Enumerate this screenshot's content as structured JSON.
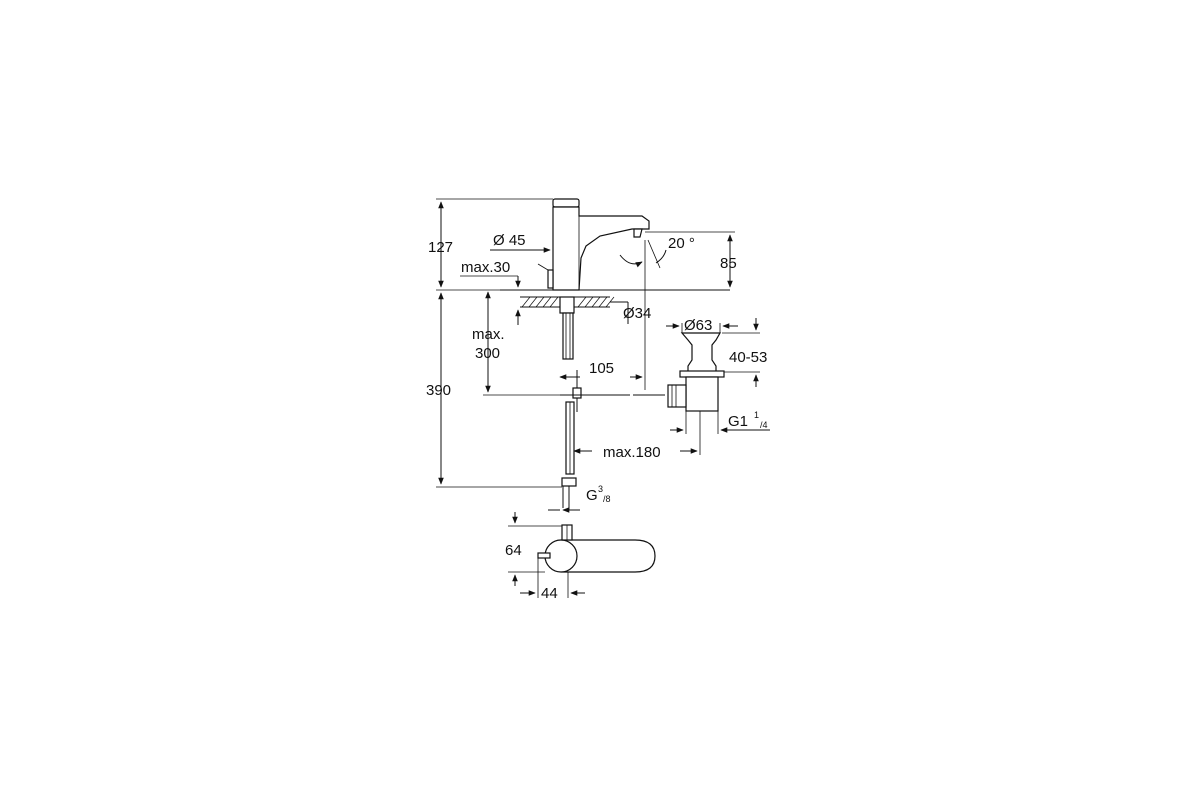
{
  "diagram": {
    "dimensions": {
      "total_height": "127",
      "body_diameter": "Ø 45",
      "deck_thickness": "max.30",
      "spout_angle": "20 °",
      "spout_height": "85",
      "hole_diameter": "Ø34",
      "hose_length_label_1": "max.",
      "hose_length_label_2": "300",
      "spout_reach": "105",
      "waste_diameter": "Ø63",
      "waste_range": "40-53",
      "installation_height": "390",
      "waste_thread_main": "G1",
      "waste_thread_sup": "1",
      "waste_thread_sub": "/4",
      "rod_length": "max.180",
      "connection_thread_main": "G",
      "connection_thread_sup": "3",
      "connection_thread_sub": "/8",
      "base_depth": "64",
      "base_width": "44"
    },
    "colors": {
      "line": "#111111",
      "background": "#ffffff"
    }
  }
}
